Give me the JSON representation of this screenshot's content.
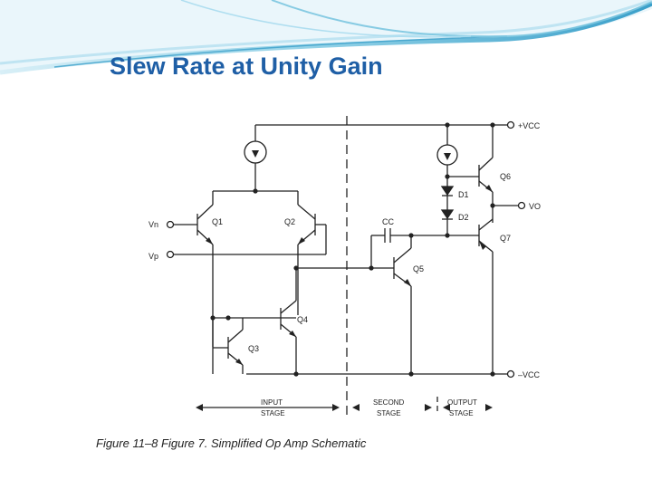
{
  "slide": {
    "title": "Slew Rate at Unity Gain"
  },
  "figure": {
    "caption": "Figure 11–8 Figure 7. Simplified Op Amp Schematic",
    "labels": {
      "vcc_pos": "+VCC",
      "vcc_neg": "–VCC",
      "vn": "Vn",
      "vp": "Vp",
      "vo": "VO",
      "cc": "CC",
      "q1": "Q1",
      "q2": "Q2",
      "q3": "Q3",
      "q4": "Q4",
      "q5": "Q5",
      "q6": "Q6",
      "q7": "Q7",
      "d1": "D1",
      "d2": "D2"
    },
    "stages": {
      "input_line1": "INPUT",
      "input_line2": "STAGE",
      "second_line1": "SECOND",
      "second_line2": "STAGE",
      "output_line1": "OUTPUT",
      "output_line2": "STAGE"
    }
  },
  "colors": {
    "title": "#1f5fa6",
    "wave_dark": "#3a9fc9",
    "wave_light": "#bfe4f2",
    "line": "#222222"
  }
}
